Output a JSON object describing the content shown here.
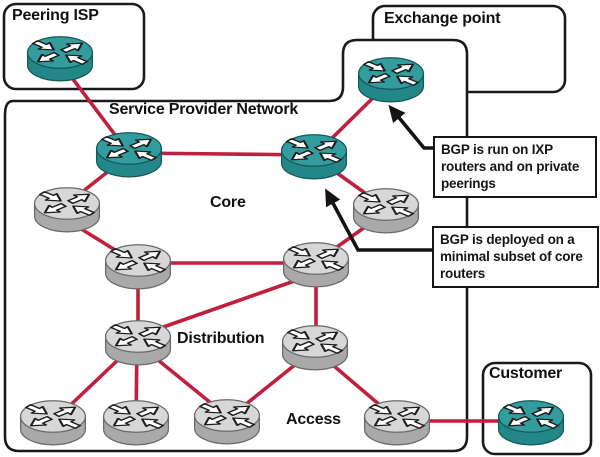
{
  "diagram_title": "BGP deployment in a service provider network",
  "boxes": {
    "peering_isp": "Peering ISP",
    "exchange_point": "Exchange point",
    "service_provider_network": "Service Provider Network",
    "customer": "Customer"
  },
  "layers": {
    "core": "Core",
    "distribution": "Distribution",
    "access": "Access"
  },
  "callouts": {
    "ixp": "BGP is run on IXP routers and on private peerings",
    "core": "BGP is deployed on a minimal subset of core routers"
  },
  "nodes": {
    "bgp_teal_routers": [
      "peering-isp-router",
      "ixp-router",
      "core-router-left",
      "core-router-right",
      "customer-router"
    ],
    "gray_routers": [
      "core-gray-nw",
      "core-gray-ne",
      "core-gray-w",
      "core-gray-e",
      "distribution-router-left",
      "distribution-router-right",
      "access-router-1",
      "access-router-2",
      "access-router-3",
      "access-router-4"
    ]
  },
  "links": [
    "peering-isp-router to core-router-left",
    "core-router-left to core-router-right",
    "ixp-router to core-router-right",
    "core-router-left to core-gray-nw",
    "core-gray-nw to core-gray-w",
    "core-router-right to core-gray-ne",
    "core-gray-ne to core-gray-e",
    "core-gray-w to core-gray-e",
    "core-gray-e to distribution-router-left",
    "core-gray-w to distribution-router-left",
    "core-gray-e to distribution-router-right",
    "distribution-router-left to access-router-1",
    "distribution-router-left to access-router-2",
    "distribution-router-left to access-router-3",
    "distribution-router-right to access-router-3",
    "distribution-router-right to access-router-4",
    "access-router-4 to customer-router"
  ],
  "colors": {
    "link_color": "#c01f3e",
    "box_border": "#1a1a1a",
    "callout_border": "#161616",
    "router_teal_top": "#339d9e",
    "router_teal_side": "#238788",
    "router_gray_top": "#d7d7d7",
    "router_gray_side": "#a9a9a9",
    "arrow_color": "#141414"
  }
}
